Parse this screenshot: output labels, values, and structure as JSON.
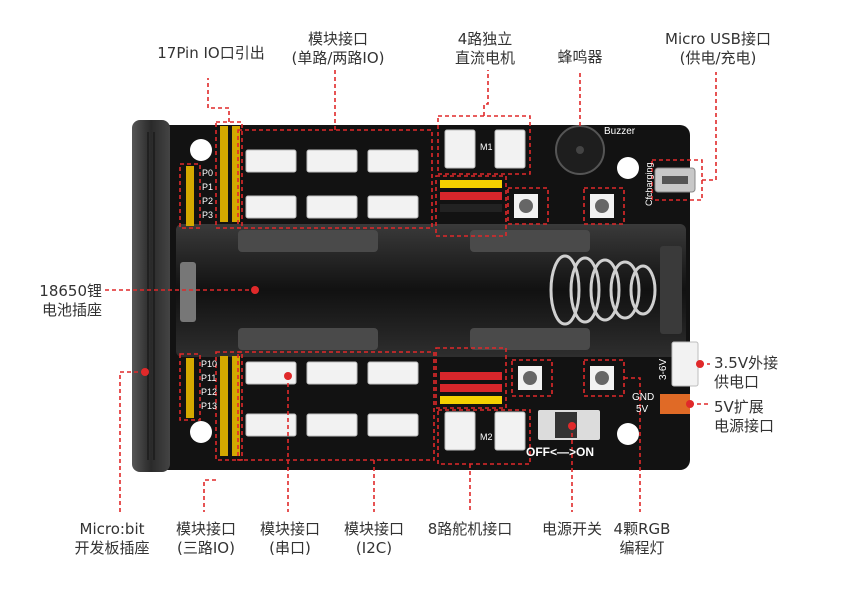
{
  "board": {
    "markings": {
      "buzzer": "Buzzer",
      "charging": "Cfcharging",
      "off_on": "OFF<—>ON",
      "voltage": "3-6V",
      "gnd": "GND",
      "v5": "5V",
      "motor_m1": "M1",
      "motor_m2": "M2",
      "pin_labels_left_top": [
        "P0",
        "P1",
        "P2",
        "P3"
      ],
      "pin_labels_left_bottom": [
        "P10",
        "P11",
        "P12",
        "P13"
      ]
    }
  },
  "callouts": {
    "pin_breakout": [
      "17Pin IO口引出"
    ],
    "module_single_dual": [
      "模块接口",
      "(单路/两路IO)"
    ],
    "dc_motor": [
      "4路独立",
      "直流电机"
    ],
    "buzzer": [
      "蜂鸣器"
    ],
    "micro_usb": [
      "Micro USB接口",
      "(供电/充电)"
    ],
    "battery": [
      "18650锂",
      "电池插座"
    ],
    "ext_power_in": [
      "3.5V外接",
      "供电口"
    ],
    "ext_power_out": [
      "5V扩展",
      "电源接口"
    ],
    "microbit": [
      "Micro:bit",
      "开发板插座"
    ],
    "module_triple": [
      "模块接口",
      "(三路IO)"
    ],
    "module_serial": [
      "模块接口",
      "(串口)"
    ],
    "module_i2c": [
      "模块接口",
      "(I2C)"
    ],
    "servo": [
      "8路舵机接口"
    ],
    "power_switch": [
      "电源开关"
    ],
    "rgb": [
      "4颗RGB",
      "编程灯"
    ]
  },
  "colors": {
    "board": "#121212",
    "callout": "#e0292a",
    "connector": "#f2f2f2",
    "battery_holder": "#2a2a2a",
    "header_yellow": "#f4d000",
    "header_red": "#d8262b"
  }
}
